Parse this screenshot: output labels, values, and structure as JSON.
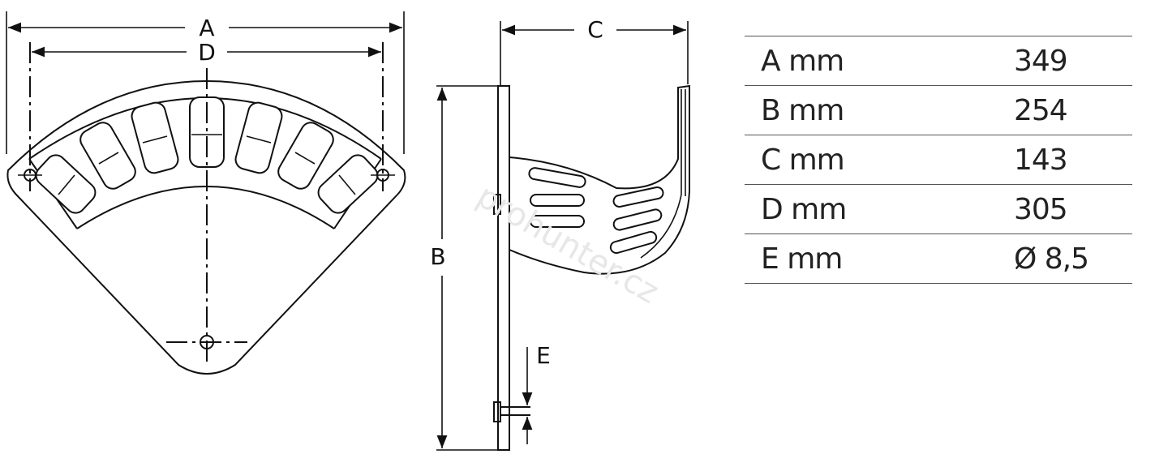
{
  "front_view": {
    "label_a": "A",
    "label_d": "D"
  },
  "side_view": {
    "label_b": "B",
    "label_c": "C",
    "label_e": "E"
  },
  "watermark": "prohunter.cz",
  "spec_table": {
    "rows": [
      {
        "key": "A mm",
        "value": "349"
      },
      {
        "key": "B mm",
        "value": "254"
      },
      {
        "key": "C mm",
        "value": "143"
      },
      {
        "key": "D mm",
        "value": "305"
      },
      {
        "key": "E mm",
        "value": "Ø 8,5"
      }
    ]
  }
}
